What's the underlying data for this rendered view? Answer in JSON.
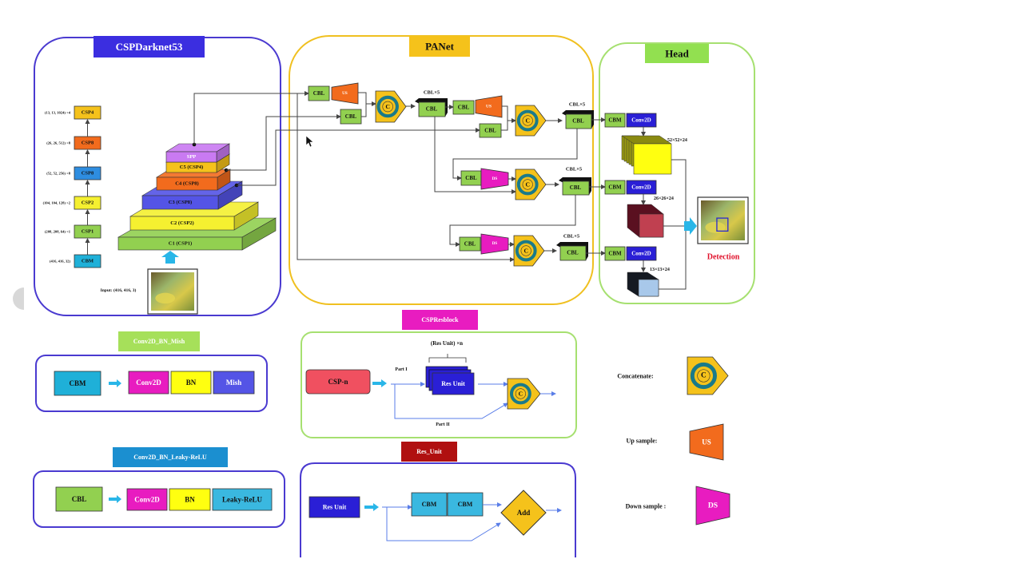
{
  "colors": {
    "green": "#92d050",
    "orange": "#f26b1d",
    "gold": "#f5c21b",
    "cyan": "#1fb0d8",
    "magenta": "#e81cc0",
    "purple": "#c97af2",
    "violet": "#5454e6",
    "conv2d": "#2a1fd6",
    "blue_csp8": "#2e8de0",
    "red_detection": "#e0102a"
  },
  "sections": {
    "cspdarknet": "CSPDarknet53",
    "panet": "PANet",
    "head": "Head",
    "cbm_block": "Conv2D_BN_Mish",
    "cbl_block": "Conv2D_BN_Leaky-ReLU",
    "cspresblock": "CSPResblock",
    "resunit_block": "Res_Unit"
  },
  "backbone": {
    "stages": [
      {
        "label": "CSP4",
        "shape": "(13, 13, 1024) ×4"
      },
      {
        "label": "CSP8",
        "shape": "(26, 26, 512) ×8"
      },
      {
        "label": "CSP8",
        "shape": "(52, 52, 256) ×8"
      },
      {
        "label": "CSP2",
        "shape": "(104, 104, 128) ×2"
      },
      {
        "label": "CSP1",
        "shape": "(208, 208, 64) ×1"
      },
      {
        "label": "CBM",
        "shape": "(416, 416, 32)"
      }
    ],
    "pyramid": [
      "C1 (CSP1)",
      "C2 (CSP2)",
      "C3 (CSP8)",
      "C4 (CSP8)",
      "C5 (CSP4)",
      "SPP"
    ],
    "input_label": "Input: (416, 416, 3)"
  },
  "panet": {
    "cbl": "CBL",
    "us": "US",
    "ds": "DS",
    "concat": "C",
    "cbl5": "CBL×5"
  },
  "head": {
    "cbm": "CBM",
    "conv2d": "Conv2D",
    "outputs": [
      "52×52×24",
      "26×26×24",
      "13×13×24"
    ],
    "detection": "Detection"
  },
  "cbm_block": {
    "items": [
      "CBM",
      "Conv2D",
      "BN",
      "Mish"
    ]
  },
  "cbl_block": {
    "items": [
      "CBL",
      "Conv2D",
      "BN",
      "Leaky-ReLU"
    ]
  },
  "cspresblock": {
    "csp_n": "CSP-n",
    "res_unit_times": "(Res Unit) ×n",
    "part1": "Part I",
    "part2": "Part II",
    "res_unit": "Res Unit",
    "concat": "C"
  },
  "resunit_block": {
    "res_unit": "Res Unit",
    "cbm": "CBM",
    "add": "Add"
  },
  "legend": {
    "concatenate": "Concatenate:",
    "up_sample": "Up sample:",
    "down_sample": "Down sample :",
    "concat_icon": "C",
    "us_icon": "US",
    "ds_icon": "DS"
  }
}
